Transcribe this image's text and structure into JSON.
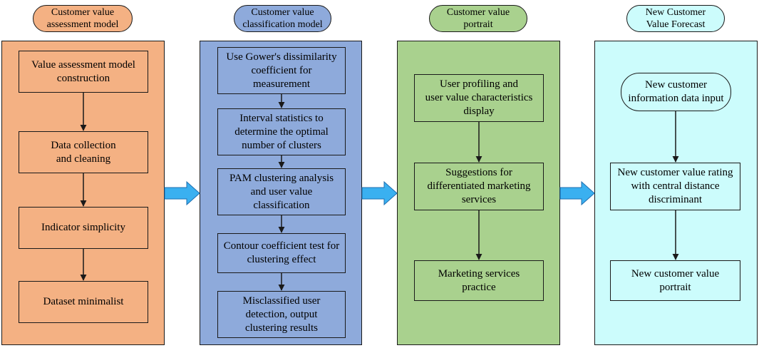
{
  "colors": {
    "orange": "#f4b183",
    "blue": "#8eaadb",
    "green": "#a9d18e",
    "cyan": "#ccfcfc",
    "arrow_blue": "#3ab0f0",
    "line": "#1a1a1a"
  },
  "stages": [
    {
      "header": "Customer value\nassessment model",
      "steps": [
        "Value assessment model\nconstruction",
        "Data collection\nand  cleaning",
        "Indicator simplicity",
        "Dataset minimalist"
      ]
    },
    {
      "header": "Customer value\nclassification model",
      "steps": [
        "Use Gower's dissimilarity\ncoefficient for\nmeasurement",
        "Interval statistics to\ndetermine the optimal\nnumber of clusters",
        "PAM clustering analysis\nand user value\nclassification",
        "Contour coefficient test for\nclustering effect",
        "Misclassified user\ndetection, output\nclustering results"
      ]
    },
    {
      "header": "Customer value\nportrait",
      "steps": [
        "User profiling and\nuser value characteristics\ndisplay",
        "Suggestions for\ndifferentiated marketing\nservices",
        "Marketing services\npractice"
      ]
    },
    {
      "header": "New Customer\nValue Forecast",
      "steps": [
        "New customer\ninformation data input",
        "New customer value rating\nwith central distance\ndiscriminant",
        "New customer value\nportrait"
      ]
    }
  ]
}
